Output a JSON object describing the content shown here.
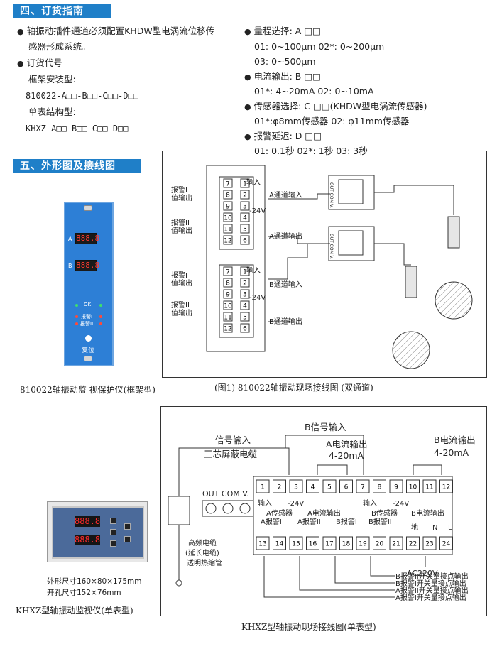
{
  "section4": {
    "title": "四、订货指南",
    "left": {
      "bullet1_line1": "轴振动插件通道必须配置KHDW型电涡流位移传",
      "bullet1_line2": "感器形成系统。",
      "bullet2": "订货代号",
      "frame_label": "框架安装型:",
      "frame_code": "810022-A□□-B□□-C□□-D□□",
      "single_label": "单表结构型:",
      "single_code": "KHXZ-A□□-B□□-C□□-D□□"
    },
    "right": {
      "range_title": "量程选择: A □□",
      "range_line1": "01:  0~100μm   02*: 0~200μm",
      "range_line2": "03:  0~500μm",
      "current_title": "电流输出: B □□",
      "current_line": "01*: 4~20mA    02: 0~10mA",
      "sensor_title": "传感器选择: C □□(KHDW型电涡流传感器)",
      "sensor_line": "01*:φ8mm传感器   02:  φ11mm传感器",
      "delay_title": "报警延迟: D □□",
      "delay_line": "01:  0.1秒   02*: 1秒    03:  3秒"
    }
  },
  "section5": {
    "title": "五、外形图及接线图",
    "rack_device": {
      "display_a": "888.8",
      "display_b": "888.8",
      "ch_a": "A",
      "ch_b": "B",
      "label_ok": "OK",
      "label_alarm1": "报警I",
      "label_alarm2": "报警II",
      "reset": "复位",
      "caption": "810022轴振动监 视保护仪(框架型)"
    },
    "diagram1": {
      "caption": "(图1) 810022轴振动现场接线图 (双通道)",
      "alarm1_out_a": "报警I 值输出",
      "alarm2_out_a": "报警II 值输出",
      "alarm1_out_b": "报警I 值输出",
      "alarm2_out_b": "报警II 值输出",
      "input": "输入",
      "plus": "+",
      "minus": "−",
      "minus24v": "-24V",
      "a_in": "A通道输入",
      "a_out": "A通道输出",
      "b_in": "B通道输入",
      "b_out": "B通道输出",
      "left_terms": [
        "7",
        "8",
        "9",
        "10",
        "11",
        "12"
      ],
      "right_terms": [
        "1",
        "2",
        "3",
        "4",
        "5",
        "6"
      ],
      "preamp": "OUT COM V."
    },
    "single_device": {
      "display_a": "888.8",
      "display_b": "888.8",
      "dims": "外形尺寸160×80×175mm",
      "cutout": "开孔尺寸152×76mm",
      "caption": "KHXZ型轴振动监视仪(单表型)"
    },
    "diagram2": {
      "caption": "KHXZ型轴振动现场接线图(单表型)",
      "b_signal_in": "B信号输入",
      "signal_in": "信号输入",
      "three_core": "三芯屏蔽电缆",
      "a_current_out": "A电流输出",
      "a_current_range": "4-20mA",
      "b_current_out": "B电流输出",
      "b_current_range": "4-20mA",
      "out_com_v": "OUT COM V.",
      "hf_cable": "高频电缆",
      "ext_cable": "(延长电缆)",
      "heat_shrink": "透明热缩管",
      "top_terms": [
        "1",
        "2",
        "3",
        "4",
        "5",
        "6",
        "7",
        "8",
        "9",
        "10",
        "11",
        "12"
      ],
      "bottom_terms": [
        "13",
        "14",
        "15",
        "16",
        "17",
        "18",
        "19",
        "20",
        "21",
        "22",
        "23",
        "24"
      ],
      "lbl_input_a": "输入",
      "lbl_minus24_a": "-24V",
      "lbl_a_sensor": "A传感器",
      "lbl_a_cur": "A电流输出",
      "lbl_input_b": "输入",
      "lbl_minus24_b": "-24V",
      "lbl_b_sensor": "B传感器",
      "lbl_b_cur": "B电流输出",
      "alarm_a1": "A报警I",
      "alarm_a2": "A报警II",
      "alarm_b1": "B报警I",
      "alarm_b2": "B报警II",
      "ground": "地",
      "n": "N",
      "l": "L",
      "ac": "AC220V",
      "out_b2": "B报警II开关量接点输出",
      "out_b1": "B报警I开关量接点输出",
      "out_a2": "A报警II开关量接点输出",
      "out_a1": "A报警I开关量接点输出"
    }
  }
}
